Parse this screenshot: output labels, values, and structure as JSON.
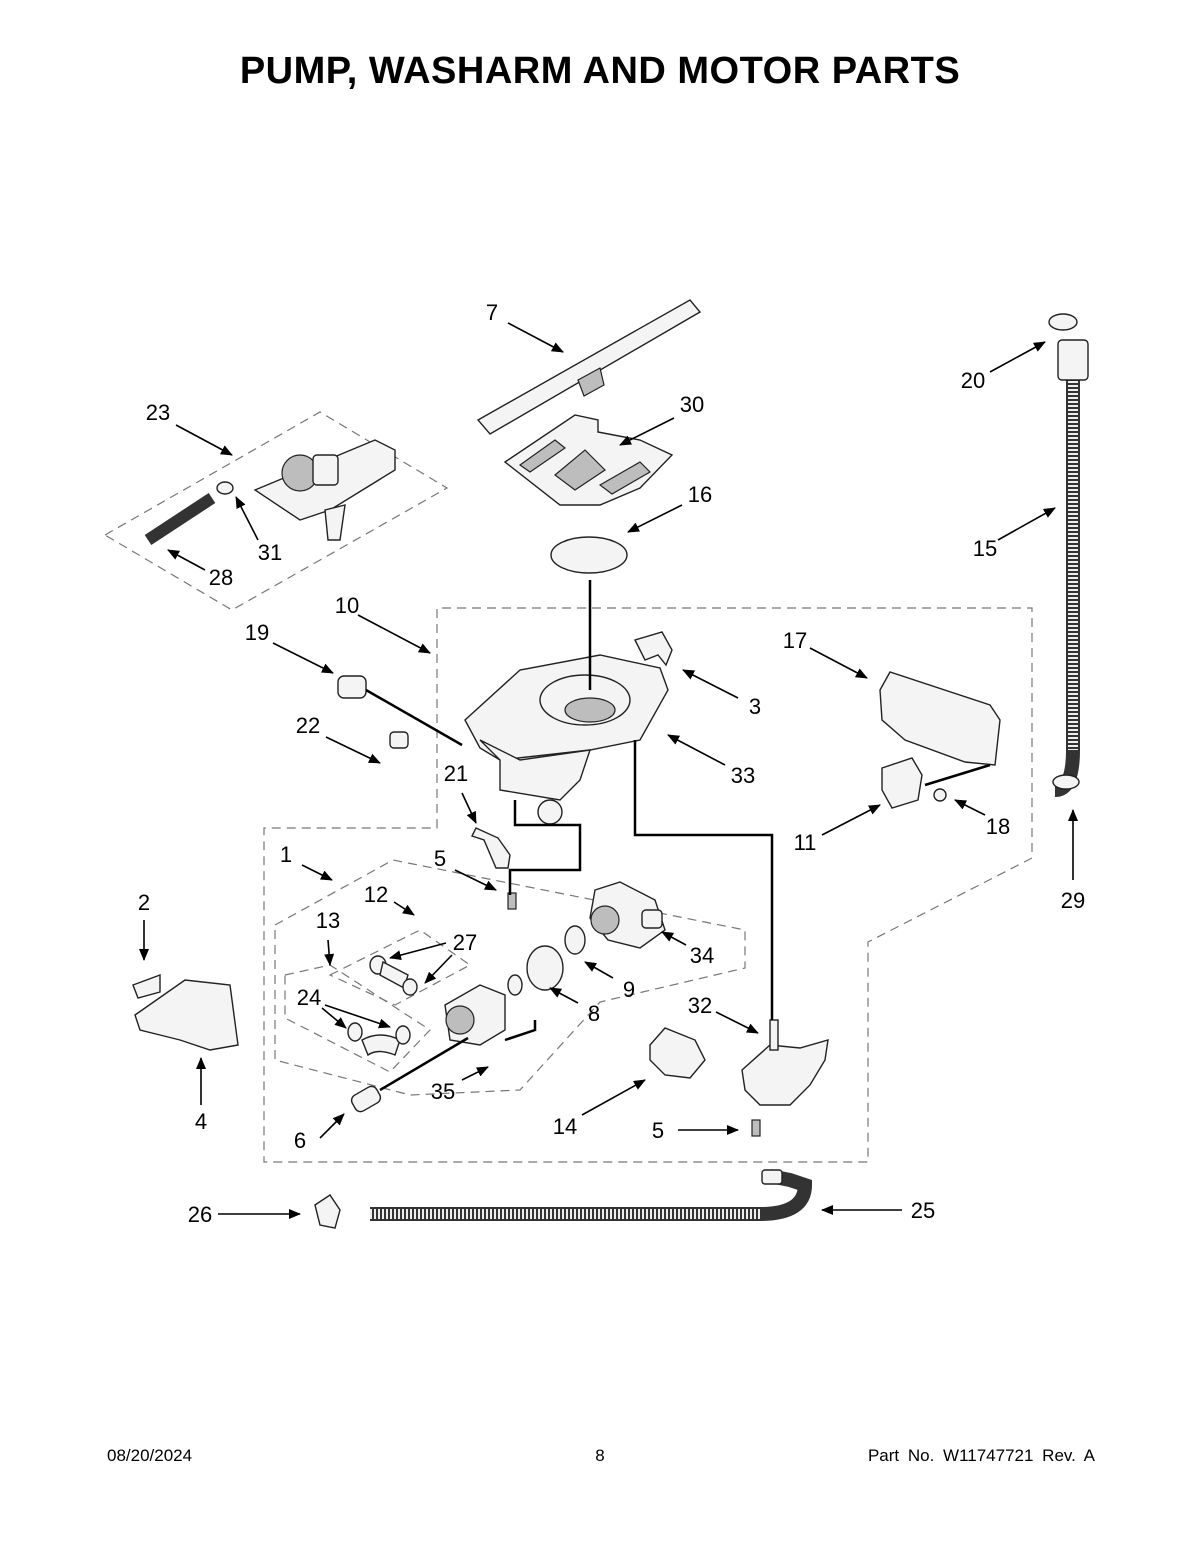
{
  "page": {
    "title": "PUMP, WASHARM AND MOTOR PARTS",
    "footer": {
      "date": "08/20/2024",
      "page_number": "8",
      "part_no": "Part No.  W11747721  Rev.  A"
    }
  },
  "callouts": [
    {
      "key": "c7",
      "label": "7"
    },
    {
      "key": "c30",
      "label": "30"
    },
    {
      "key": "c16",
      "label": "16"
    },
    {
      "key": "c20",
      "label": "20"
    },
    {
      "key": "c15",
      "label": "15"
    },
    {
      "key": "c23",
      "label": "23"
    },
    {
      "key": "c31",
      "label": "31"
    },
    {
      "key": "c28",
      "label": "28"
    },
    {
      "key": "c10",
      "label": "10"
    },
    {
      "key": "c19",
      "label": "19"
    },
    {
      "key": "c22",
      "label": "22"
    },
    {
      "key": "c21",
      "label": "21"
    },
    {
      "key": "c3",
      "label": "3"
    },
    {
      "key": "c33",
      "label": "33"
    },
    {
      "key": "c17",
      "label": "17"
    },
    {
      "key": "c11",
      "label": "11"
    },
    {
      "key": "c18",
      "label": "18"
    },
    {
      "key": "c29",
      "label": "29"
    },
    {
      "key": "c1",
      "label": "1"
    },
    {
      "key": "c5a",
      "label": "5"
    },
    {
      "key": "c12",
      "label": "12"
    },
    {
      "key": "c13",
      "label": "13"
    },
    {
      "key": "c27",
      "label": "27"
    },
    {
      "key": "c34",
      "label": "34"
    },
    {
      "key": "c9",
      "label": "9"
    },
    {
      "key": "c8",
      "label": "8"
    },
    {
      "key": "c24",
      "label": "24"
    },
    {
      "key": "c2",
      "label": "2"
    },
    {
      "key": "c4",
      "label": "4"
    },
    {
      "key": "c32",
      "label": "32"
    },
    {
      "key": "c35",
      "label": "35"
    },
    {
      "key": "c14",
      "label": "14"
    },
    {
      "key": "c5b",
      "label": "5"
    },
    {
      "key": "c6",
      "label": "6"
    },
    {
      "key": "c26",
      "label": "26"
    },
    {
      "key": "c25",
      "label": "25"
    }
  ]
}
